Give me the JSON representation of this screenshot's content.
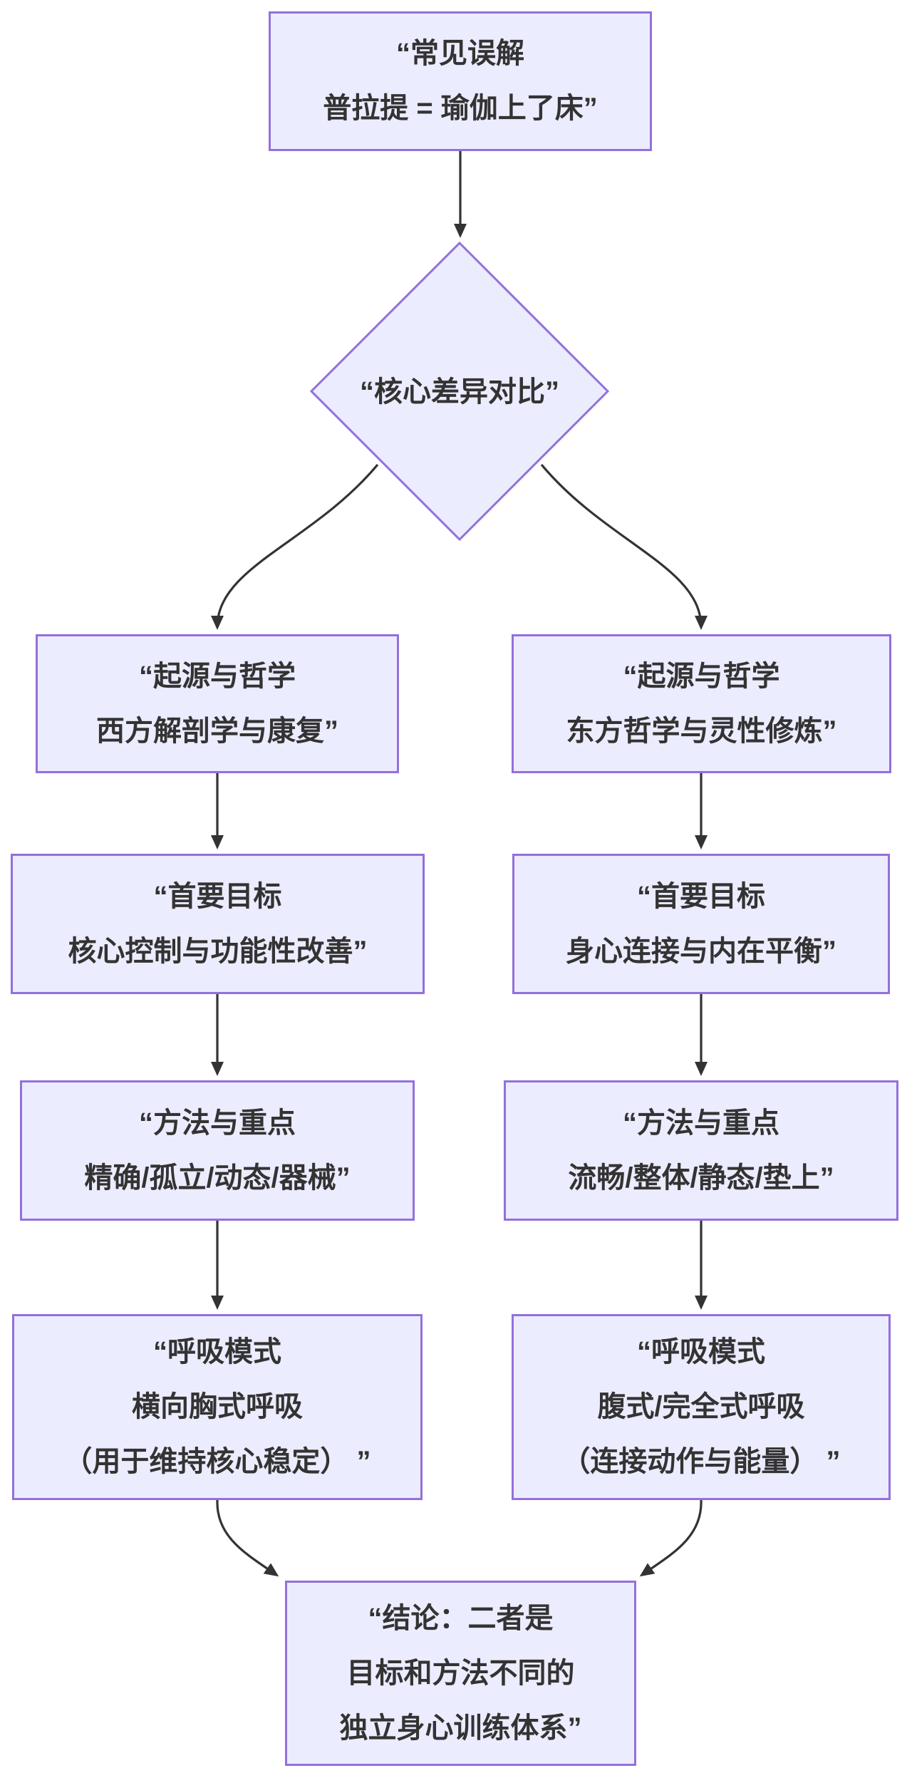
{
  "diagram": {
    "type": "flowchart",
    "direction": "top-down",
    "colors": {
      "background": "#FFFFFF",
      "node_fill": "#ECECFF",
      "node_border": "#9370DB",
      "text": "#333333",
      "arrow": "#333333"
    }
  },
  "nodes": {
    "misconception": {
      "lines": [
        "“常见误解",
        "普拉提 = 瑜伽上了床”"
      ]
    },
    "comparison": {
      "label": "“核心差异对比”"
    },
    "pilates_origin": {
      "lines": [
        "“起源与哲学",
        "西方解剖学与康复”"
      ]
    },
    "yoga_origin": {
      "lines": [
        "“起源与哲学",
        "东方哲学与灵性修炼”"
      ]
    },
    "pilates_goal": {
      "lines": [
        "“首要目标",
        "核心控制与功能性改善”"
      ]
    },
    "yoga_goal": {
      "lines": [
        "“首要目标",
        "身心连接与内在平衡”"
      ]
    },
    "pilates_method": {
      "lines": [
        "“方法与重点",
        "精确/孤立/动态/器械”"
      ]
    },
    "yoga_method": {
      "lines": [
        "“方法与重点",
        "流畅/整体/静态/垫上”"
      ]
    },
    "pilates_breath": {
      "lines": [
        "“呼吸模式",
        "横向胸式呼吸",
        "（用于维持核心稳定） ”"
      ]
    },
    "yoga_breath": {
      "lines": [
        "“呼吸模式",
        "腹式/完全式呼吸",
        "（连接动作与能量） ”"
      ]
    },
    "conclusion": {
      "lines": [
        "“结论：二者是",
        "目标和方法不同的",
        "独立身心训练体系”"
      ]
    }
  },
  "edges": [
    {
      "from": "misconception",
      "to": "comparison"
    },
    {
      "from": "comparison",
      "to": "pilates_origin"
    },
    {
      "from": "comparison",
      "to": "yoga_origin"
    },
    {
      "from": "pilates_origin",
      "to": "pilates_goal"
    },
    {
      "from": "pilates_goal",
      "to": "pilates_method"
    },
    {
      "from": "pilates_method",
      "to": "pilates_breath"
    },
    {
      "from": "yoga_origin",
      "to": "yoga_goal"
    },
    {
      "from": "yoga_goal",
      "to": "yoga_method"
    },
    {
      "from": "yoga_method",
      "to": "yoga_breath"
    },
    {
      "from": "pilates_breath",
      "to": "conclusion"
    },
    {
      "from": "yoga_breath",
      "to": "conclusion"
    }
  ]
}
